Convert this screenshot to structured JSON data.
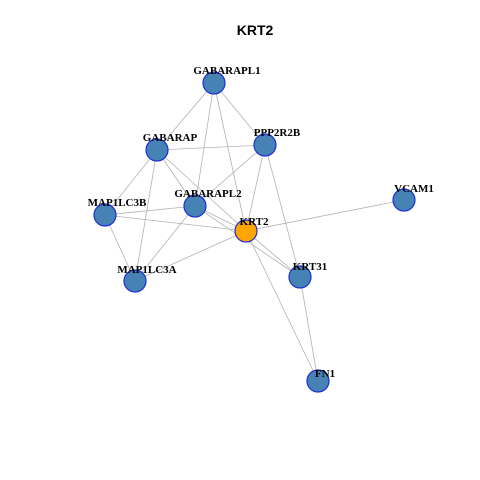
{
  "title": "KRT2",
  "colors": {
    "node_default": "#4682b4",
    "node_focus": "#ffa500",
    "node_border": "#1c2fd6",
    "edge": "#b3b3b3"
  },
  "nodes": [
    {
      "id": "GABARAPL1",
      "label": "GABARAPL1",
      "focus": false
    },
    {
      "id": "PPP2R2B",
      "label": "PPP2R2B",
      "focus": false
    },
    {
      "id": "GABARAP",
      "label": "GABARAP",
      "focus": false
    },
    {
      "id": "VCAM1",
      "label": "VCAM1",
      "focus": false
    },
    {
      "id": "GABARAPL2",
      "label": "GABARAPL2",
      "focus": false
    },
    {
      "id": "MAP1LC3B",
      "label": "MAP1LC3B",
      "focus": false
    },
    {
      "id": "KRT2",
      "label": "KRT2",
      "focus": true
    },
    {
      "id": "KRT31",
      "label": "KRT31",
      "focus": false
    },
    {
      "id": "MAP1LC3A",
      "label": "MAP1LC3A",
      "focus": false
    },
    {
      "id": "FN1",
      "label": "FN1",
      "focus": false
    }
  ],
  "edges": [
    [
      "GABARAPL1",
      "GABARAP"
    ],
    [
      "GABARAPL1",
      "PPP2R2B"
    ],
    [
      "GABARAPL1",
      "GABARAPL2"
    ],
    [
      "GABARAPL1",
      "KRT2"
    ],
    [
      "GABARAP",
      "PPP2R2B"
    ],
    [
      "GABARAP",
      "GABARAPL2"
    ],
    [
      "GABARAP",
      "MAP1LC3B"
    ],
    [
      "GABARAP",
      "KRT2"
    ],
    [
      "GABARAP",
      "MAP1LC3A"
    ],
    [
      "PPP2R2B",
      "GABARAPL2"
    ],
    [
      "PPP2R2B",
      "KRT2"
    ],
    [
      "PPP2R2B",
      "KRT31"
    ],
    [
      "MAP1LC3B",
      "GABARAPL2"
    ],
    [
      "MAP1LC3B",
      "KRT2"
    ],
    [
      "MAP1LC3B",
      "MAP1LC3A"
    ],
    [
      "GABARAPL2",
      "KRT2"
    ],
    [
      "GABARAPL2",
      "MAP1LC3A"
    ],
    [
      "KRT2",
      "VCAM1"
    ],
    [
      "KRT2",
      "KRT31"
    ],
    [
      "KRT2",
      "MAP1LC3A"
    ],
    [
      "KRT2",
      "FN1"
    ],
    [
      "KRT31",
      "FN1"
    ],
    [
      "GABARAPL2",
      "KRT31"
    ]
  ]
}
